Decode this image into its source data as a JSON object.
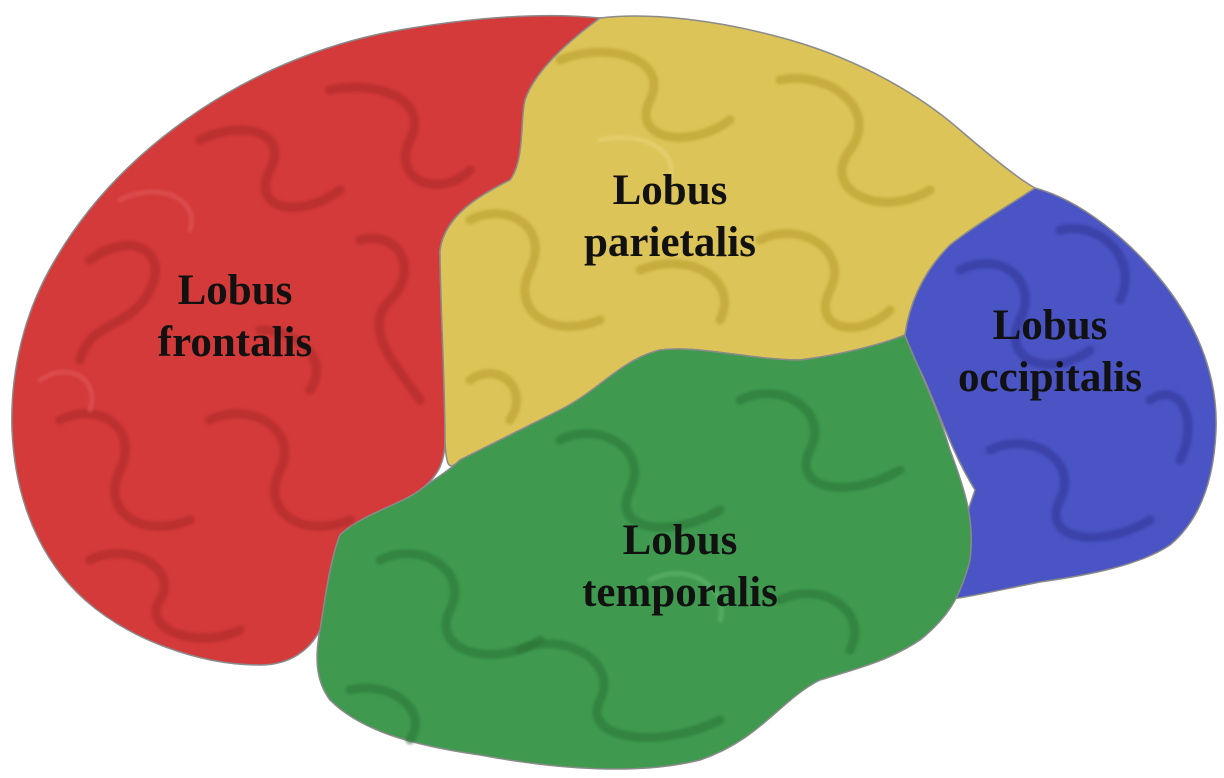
{
  "lobes": [
    {
      "id": "frontal",
      "line1": "Lobus",
      "line2": "frontalis",
      "color": "#d43a3a"
    },
    {
      "id": "parietal",
      "line1": "Lobus",
      "line2": "parietalis",
      "color": "#dcc458"
    },
    {
      "id": "occipital",
      "line1": "Lobus",
      "line2": "occipitalis",
      "color": "#4a54c4"
    },
    {
      "id": "temporal",
      "line1": "Lobus",
      "line2": "temporalis",
      "color": "#3f9a4f"
    }
  ]
}
